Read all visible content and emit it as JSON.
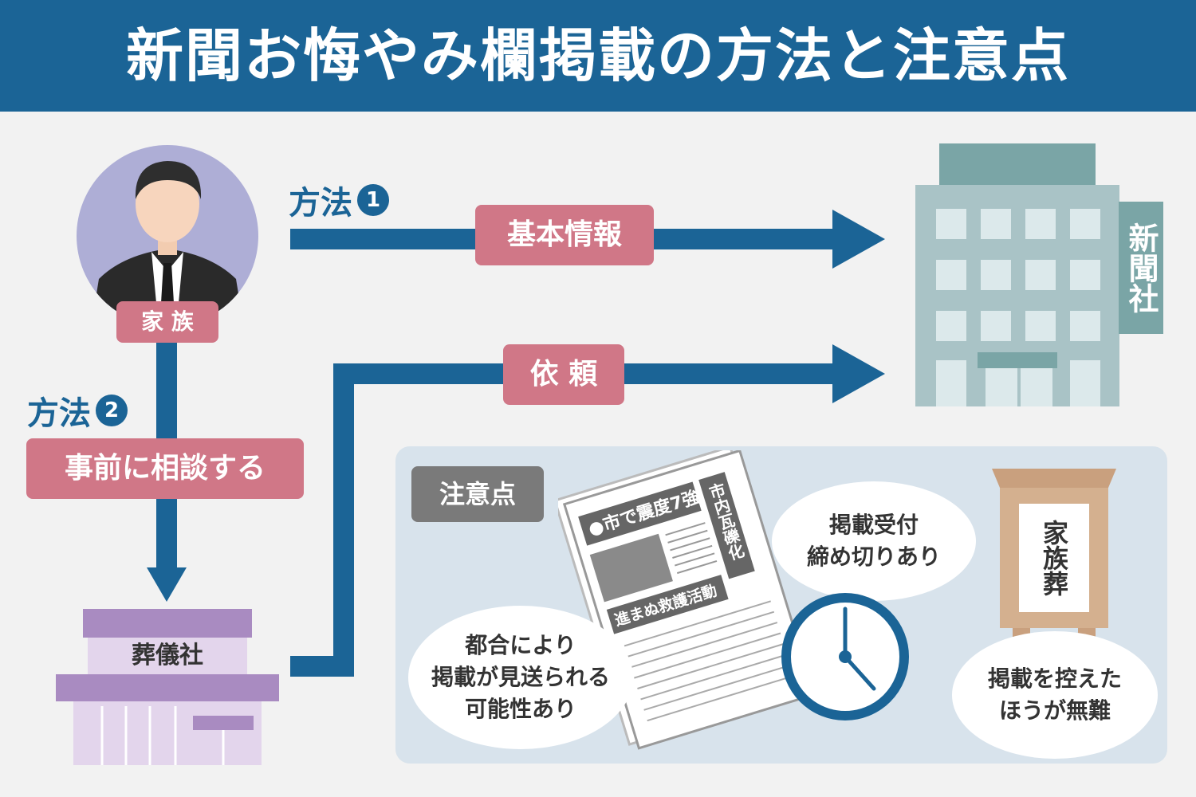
{
  "header": {
    "title": "新聞お悔やみ欄掲載の方法と注意点"
  },
  "family": {
    "label": "家 族"
  },
  "method1": {
    "label": "方法",
    "number": "1",
    "box": "基本情報"
  },
  "method2": {
    "label": "方法",
    "number": "2",
    "box": "事前に相談する"
  },
  "request": {
    "label": "依 頼"
  },
  "newspaper_company": {
    "label": "新聞社"
  },
  "funeral_home": {
    "label": "葬儀社"
  },
  "caution": {
    "tag": "注意点",
    "newspaper_headline": "●市で震度7強",
    "newspaper_vertical": "市内瓦礫化",
    "newspaper_sub": "進まぬ救護活動",
    "bubble_deadline": "掲載受付\n締め切りあり",
    "bubble_skip": "都合により\n掲載が見送られる\n可能性あり",
    "bubble_refrain": "掲載を控えた\nほうが無難",
    "sign": "家族葬"
  },
  "colors": {
    "header": "#1b6496",
    "arrow": "#1b6496",
    "pink": "#d07787",
    "building": "#a9c3c6",
    "funeral": "#a98bc1"
  }
}
